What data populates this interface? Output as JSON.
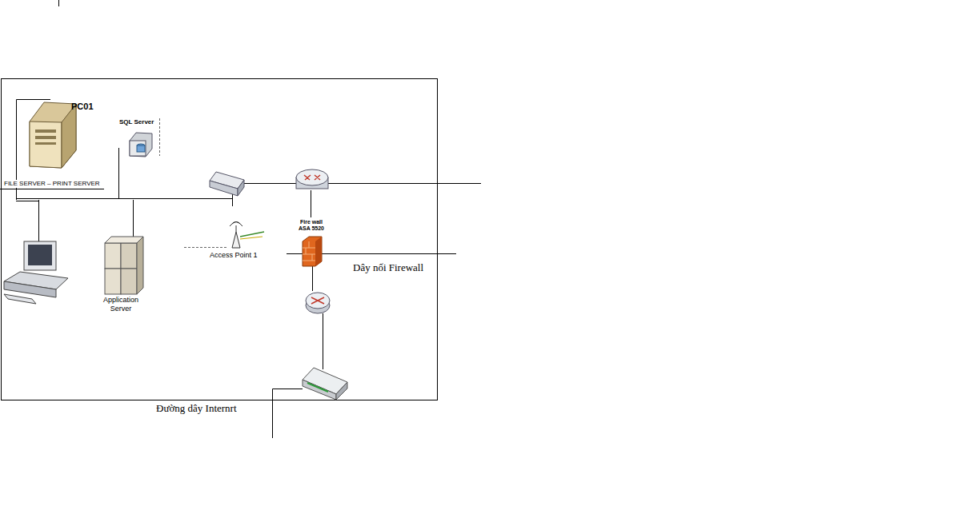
{
  "diagram": {
    "nodes": [
      {
        "text": [
          "PC01",
          "FILE SERVER – PRINT SERVER"
        ]
      },
      {
        "text": [
          "SQL Server"
        ]
      },
      {
        "text": [
          "Access Point 1"
        ]
      },
      {
        "text": [
          "Fire wall ASA 5520"
        ]
      },
      {
        "text": [
          "Application Server"
        ]
      }
    ],
    "labels": [
      "Dây nối Firewall",
      "Đường dây Internrt"
    ]
  }
}
